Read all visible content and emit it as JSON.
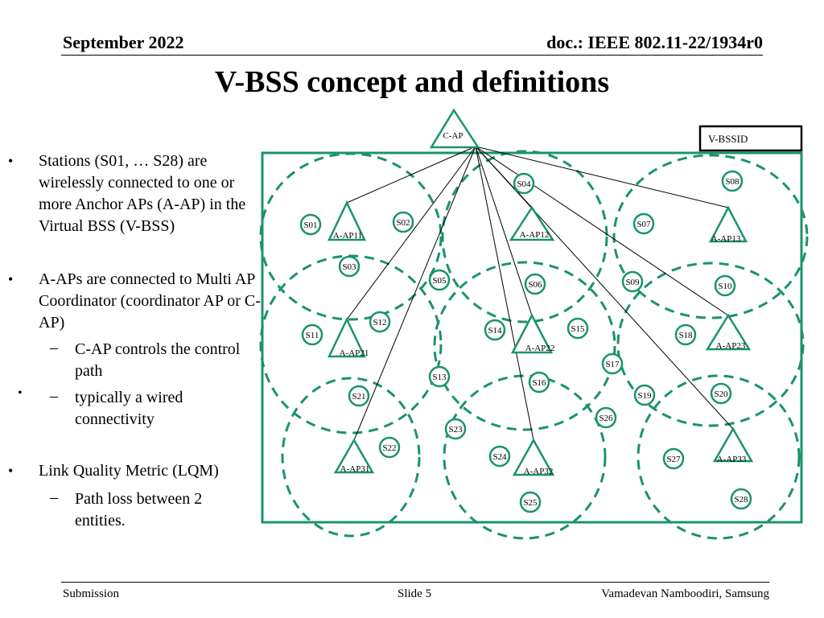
{
  "header": {
    "date": "September 2022",
    "doc": "doc.: IEEE 802.11-22/1934r0"
  },
  "title": "V-BSS concept and definitions",
  "bullets": [
    {
      "text": "Stations (S01, … S28) are wirelessly connected to one or more Anchor APs (A-AP) in the Virtual BSS (V-BSS)"
    },
    {
      "text": "A-APs are connected to Multi AP Coordinator (coordinator AP or C-AP)",
      "sub": [
        "C-AP controls the control path",
        "typically a wired connectivity"
      ]
    },
    {
      "text": "Link Quality Metric (LQM)",
      "sub": [
        "Path loss between 2 entities."
      ]
    }
  ],
  "diagram": {
    "colors": {
      "green": "#1a9464",
      "border": "#000000"
    },
    "vbssid_label": "V-BSSID",
    "cap_label": "C-AP",
    "aps": [
      {
        "id": "A-AP11"
      },
      {
        "id": "A-AP12"
      },
      {
        "id": "A-AP13"
      },
      {
        "id": "A-AP21"
      },
      {
        "id": "A-AP22"
      },
      {
        "id": "A-AP23"
      },
      {
        "id": "A-AP31"
      },
      {
        "id": "A-AP32"
      },
      {
        "id": "A-AP33"
      }
    ],
    "stations": [
      "S01",
      "S02",
      "S03",
      "S04",
      "S05",
      "S06",
      "S07",
      "S08",
      "S09",
      "S10",
      "S11",
      "S12",
      "S13",
      "S14",
      "S15",
      "S16",
      "S17",
      "S18",
      "S19",
      "S20",
      "S21",
      "S22",
      "S23",
      "S24",
      "S25",
      "S26",
      "S27",
      "S28"
    ]
  },
  "footer": {
    "left": "Submission",
    "center": "Slide 5",
    "right": "Vamadevan Namboodiri, Samsung"
  }
}
